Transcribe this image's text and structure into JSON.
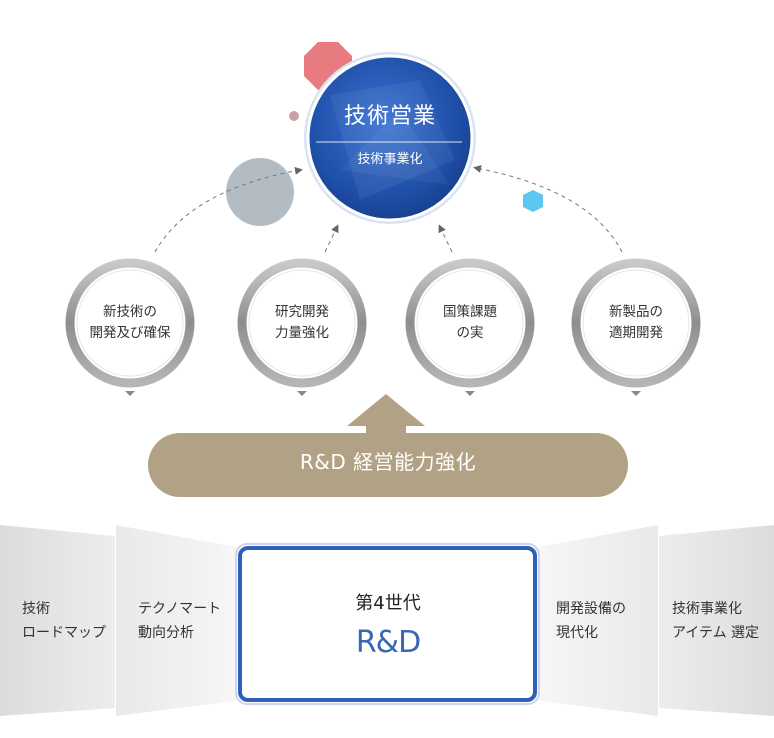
{
  "hub": {
    "title": "技術営業",
    "subtitle": "技術事業化"
  },
  "rings": [
    {
      "line1": "新技術の",
      "line2": "開発及び確保"
    },
    {
      "line1": "研究開発",
      "line2": "力量強化"
    },
    {
      "line1": "国策課題",
      "line2": "の実"
    },
    {
      "line1": "新製品の",
      "line2": "適期開発"
    }
  ],
  "banner": {
    "label": "R&D 経営能力強化"
  },
  "panels": {
    "far_left": {
      "line1": "技術",
      "line2": "ロードマップ"
    },
    "left": {
      "line1": "テクノマート",
      "line2": "動向分析"
    },
    "center": {
      "line1": "第4世代",
      "line2": "R&D"
    },
    "right": {
      "line1": "開発設備の",
      "line2": "現代化"
    },
    "far_right": {
      "line1": "技術事業化",
      "line2": "アイテム 選定"
    }
  },
  "colors": {
    "hub_blue": "#2356b3",
    "ring_gray": "#9a9a9a",
    "banner_tan": "#b2a285",
    "pink_octagon": "#e87b80",
    "gray_circle": "#b4bcc3",
    "cyan_hexagon": "#5cc8f0",
    "center_border": "#2f5fb8"
  }
}
